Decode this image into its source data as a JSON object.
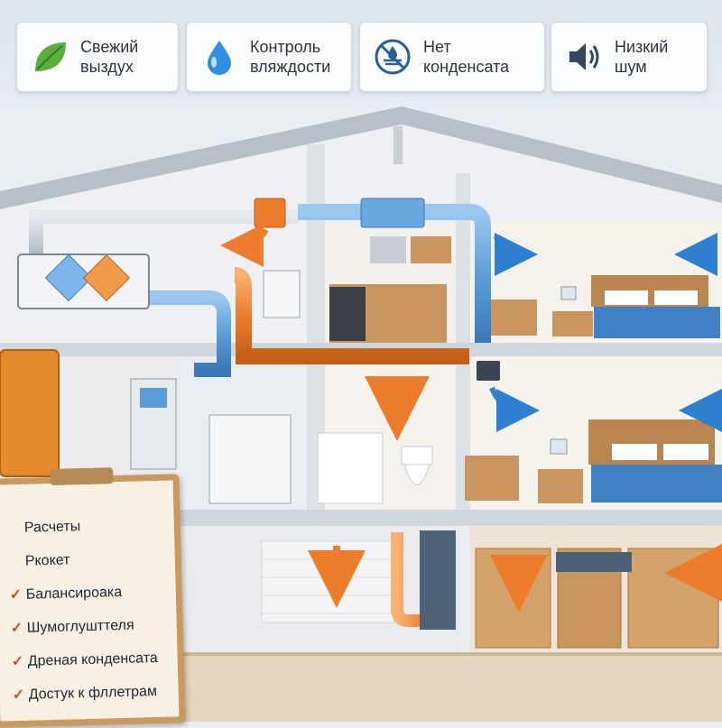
{
  "badges": [
    {
      "text": "Свежий\nвыздух",
      "icon": "leaf-icon"
    },
    {
      "text": "Контроль\nвляждости",
      "icon": "water-drop-icon"
    },
    {
      "text": "Нет\nконденсата",
      "icon": "no-condensate-icon"
    },
    {
      "text": "Низкий\nшум",
      "icon": "speaker-low-noise-icon"
    }
  ],
  "checklist": [
    {
      "text": "Расчеты",
      "checked": false
    },
    {
      "text": "Ркокет",
      "checked": false
    },
    {
      "text": "Балансироака",
      "checked": true
    },
    {
      "text": "Шумоглушттеля",
      "checked": true
    },
    {
      "text": "Дреная конденсата",
      "checked": true
    },
    {
      "text": "Достук к фллетрам",
      "checked": true
    }
  ],
  "colors": {
    "supply_duct": "#5b9bd8",
    "exhaust_duct": "#ec7d2d",
    "house_wall": "#f3f4f6",
    "roof": "#cfd5db"
  }
}
